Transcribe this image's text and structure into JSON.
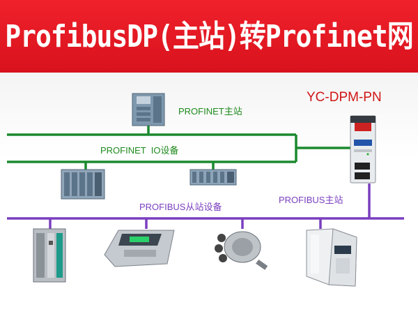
{
  "title": "ProfibusDP(主站)转Profinet网关",
  "gateway_model": "YC-DPM-PN",
  "labels": {
    "profinet_master": "PROFINET主站",
    "profinet_io_devices": "PROFINET  IO设备",
    "profibus_slave_devices": "PROFIBUS从站设备",
    "profibus_master": "PROFIBUS主站"
  },
  "colors": {
    "title_background": "#e3161f",
    "title_text": "#ffffff",
    "profinet_line": "#1a8a2e",
    "profibus_line": "#7a3fbf",
    "profinet_label": "#1e8a1e",
    "profibus_label": "#7a3fbf",
    "gateway_model_text": "#d01515"
  },
  "icons": [
    "plc-master-icon",
    "gateway-device-icon",
    "remote-io-icon",
    "io-module-icon",
    "modular-plc-icon",
    "weighing-indicator-icon",
    "rotary-encoder-icon",
    "frequency-inverter-icon"
  ]
}
